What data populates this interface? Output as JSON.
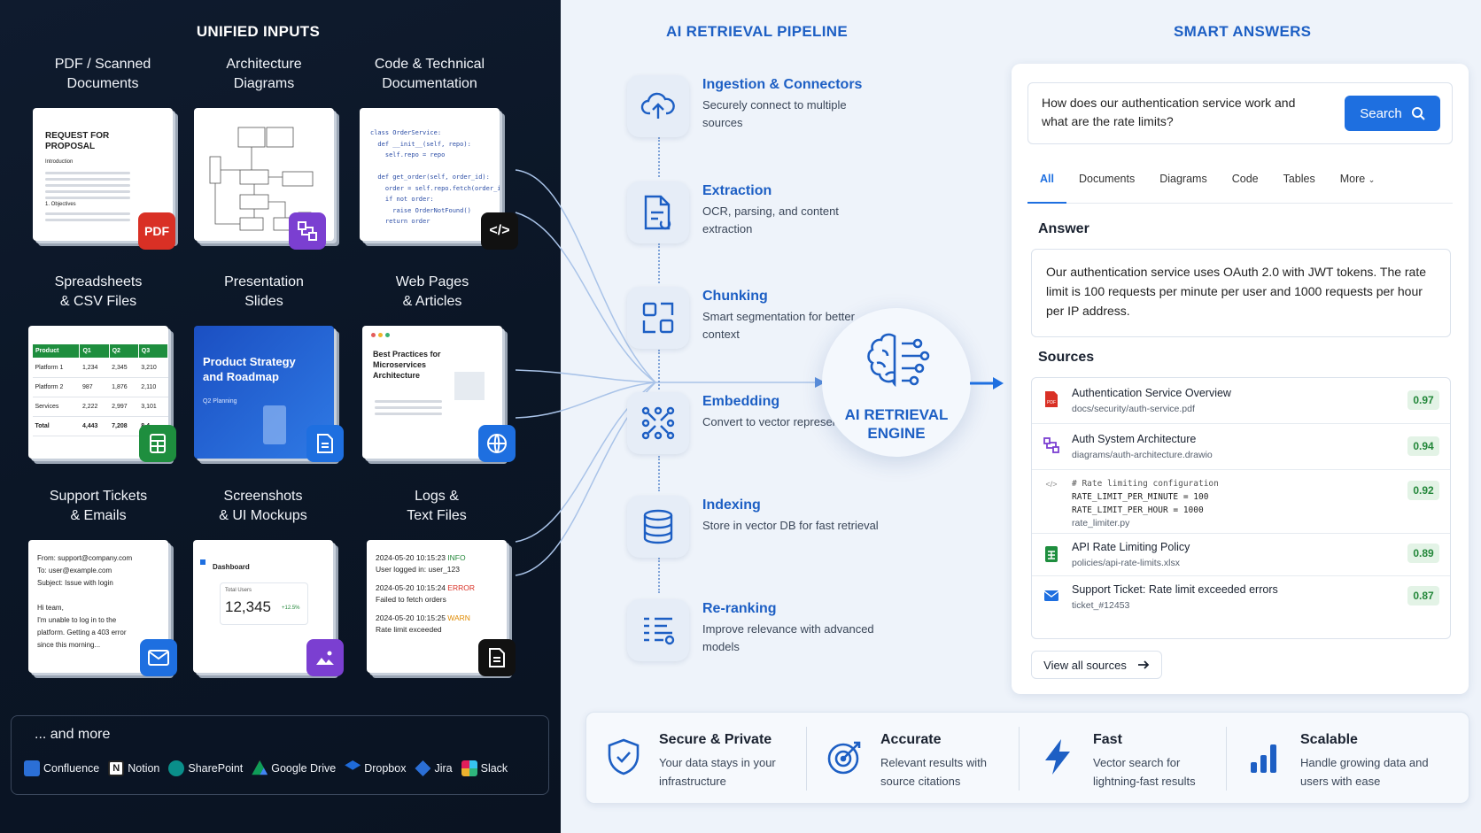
{
  "inputs": {
    "title": "UNIFIED INPUTS",
    "tiles": [
      {
        "label": "PDF / Scanned\nDocuments",
        "badge": "PDF",
        "card_heading": "REQUEST FOR PROPOSAL",
        "card_sub": "Introduction",
        "card_sub2": "1. Objectives"
      },
      {
        "label": "Architecture\nDiagrams"
      },
      {
        "label": "Code & Technical\nDocumentation",
        "code_lines": [
          "class OrderService:",
          "  def __init__(self, repo):",
          "    self.repo = repo",
          "",
          "  def get_order(self, order_id):",
          "    order = self.repo.fetch(order_id)",
          "    if not order:",
          "      raise OrderNotFound()",
          "    return order"
        ]
      },
      {
        "label": "Spreadsheets\n& CSV Files",
        "headers": [
          "Product",
          "Q1",
          "Q2",
          "Q3"
        ],
        "rows": [
          [
            "Platform 1",
            "1,234",
            "2,345",
            "3,210"
          ],
          [
            "Platform 2",
            "987",
            "1,876",
            "2,110"
          ],
          [
            "Services",
            "2,222",
            "2,997",
            "3,101"
          ],
          [
            "Total",
            "4,443",
            "7,208",
            "8,4"
          ]
        ]
      },
      {
        "label": "Presentation\nSlides",
        "slide_title": "Product Strategy and Roadmap",
        "slide_sub": "Q2 Planning"
      },
      {
        "label": "Web Pages\n& Articles",
        "article_title": "Best Practices for Microservices Architecture"
      },
      {
        "label": "Support Tickets\n& Emails",
        "email_lines": [
          "From: support@company.com",
          "To: user@example.com",
          "Subject: Issue with login",
          "",
          "Hi team,",
          "I'm unable to log in to the",
          "platform. Getting a 403 error",
          "since this morning..."
        ]
      },
      {
        "label": "Screenshots\n& UI Mockups",
        "dash_title": "Dashboard",
        "dash_metric_label": "Total Users",
        "dash_metric": "12,345",
        "dash_delta": "+12.5%"
      },
      {
        "label": "Logs &\nText Files",
        "logs": [
          {
            "ts": "2024-05-20 10:15:23",
            "level": "INFO",
            "msg": "User logged in: user_123"
          },
          {
            "ts": "2024-05-20 10:15:24",
            "level": "ERROR",
            "msg": "Failed to fetch orders"
          },
          {
            "ts": "2024-05-20 10:15:25",
            "level": "WARN",
            "msg": "Rate limit exceeded"
          }
        ]
      }
    ],
    "more_label": "... and more",
    "brands": [
      "Confluence",
      "Notion",
      "SharePoint",
      "Google Drive",
      "Dropbox",
      "Jira",
      "Slack"
    ]
  },
  "pipeline": {
    "title": "AI RETRIEVAL PIPELINE",
    "steps": [
      {
        "title": "Ingestion & Connectors",
        "desc": "Securely connect to multiple sources",
        "icon": "cloud-upload-icon"
      },
      {
        "title": "Extraction",
        "desc": "OCR, parsing, and content extraction",
        "icon": "document-extract-icon"
      },
      {
        "title": "Chunking",
        "desc": "Smart segmentation for better context",
        "icon": "chunks-icon"
      },
      {
        "title": "Embedding",
        "desc": "Convert to vector representations",
        "icon": "vector-nodes-icon"
      },
      {
        "title": "Indexing",
        "desc": "Store in vector DB for fast retrieval",
        "icon": "database-icon"
      },
      {
        "title": "Re-ranking",
        "desc": "Improve relevance with advanced models",
        "icon": "ranking-icon"
      }
    ],
    "engine_label": "AI RETRIEVAL\nENGINE"
  },
  "answers": {
    "title": "SMART ANSWERS",
    "query": "How does our authentication service work and what are the rate limits?",
    "search_label": "Search",
    "tabs": [
      "All",
      "Documents",
      "Diagrams",
      "Code",
      "Tables",
      "More"
    ],
    "answer_heading": "Answer",
    "answer_text": "Our authentication service uses OAuth 2.0 with JWT tokens. The rate limit is 100 requests per minute per user and 1000 requests per hour per IP address.",
    "sources_heading": "Sources",
    "sources": [
      {
        "title": "Authentication Service Overview",
        "path": "docs/security/auth-service.pdf",
        "score": "0.97",
        "type": "pdf"
      },
      {
        "title": "Auth System Architecture",
        "path": "diagrams/auth-architecture.drawio",
        "score": "0.94",
        "type": "diagram"
      },
      {
        "code": [
          "# Rate limiting configuration",
          "RATE_LIMIT_PER_MINUTE = 100",
          "RATE_LIMIT_PER_HOUR = 1000"
        ],
        "path": "rate_limiter.py",
        "score": "0.92",
        "type": "code"
      },
      {
        "title": "API Rate Limiting Policy",
        "path": "policies/api-rate-limits.xlsx",
        "score": "0.89",
        "type": "sheet"
      },
      {
        "title": "Support Ticket: Rate limit exceeded errors",
        "path": "ticket_#12453",
        "score": "0.87",
        "type": "email"
      }
    ],
    "view_all": "View all sources"
  },
  "features": [
    {
      "title": "Secure & Private",
      "desc": "Your data stays in your infrastructure"
    },
    {
      "title": "Accurate",
      "desc": "Relevant results with source citations"
    },
    {
      "title": "Fast",
      "desc": "Vector search for lightning-fast results"
    },
    {
      "title": "Scalable",
      "desc": "Handle growing data and users with ease"
    }
  ],
  "colors": {
    "accent": "#1e6fe0",
    "dark_bg": "#0f1b2e",
    "score_green": "#23873a"
  }
}
